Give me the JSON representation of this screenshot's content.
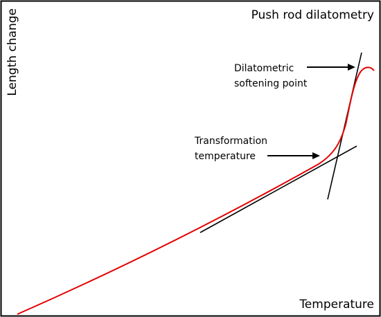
{
  "chart_data": {
    "type": "line",
    "title": "Push rod dilatometry",
    "xlabel": "Temperature",
    "ylabel": "Length change",
    "grid": false,
    "legend": "none",
    "axis_ticks": "none",
    "colors": {
      "curve": "#e30000",
      "tangent": "#000000",
      "frame": "#000000"
    },
    "annotations": [
      {
        "id": "softening",
        "lines": [
          "Dilatometric",
          "softening point"
        ]
      },
      {
        "id": "transformation",
        "lines": [
          "Transformation",
          "temperature"
        ]
      }
    ]
  }
}
